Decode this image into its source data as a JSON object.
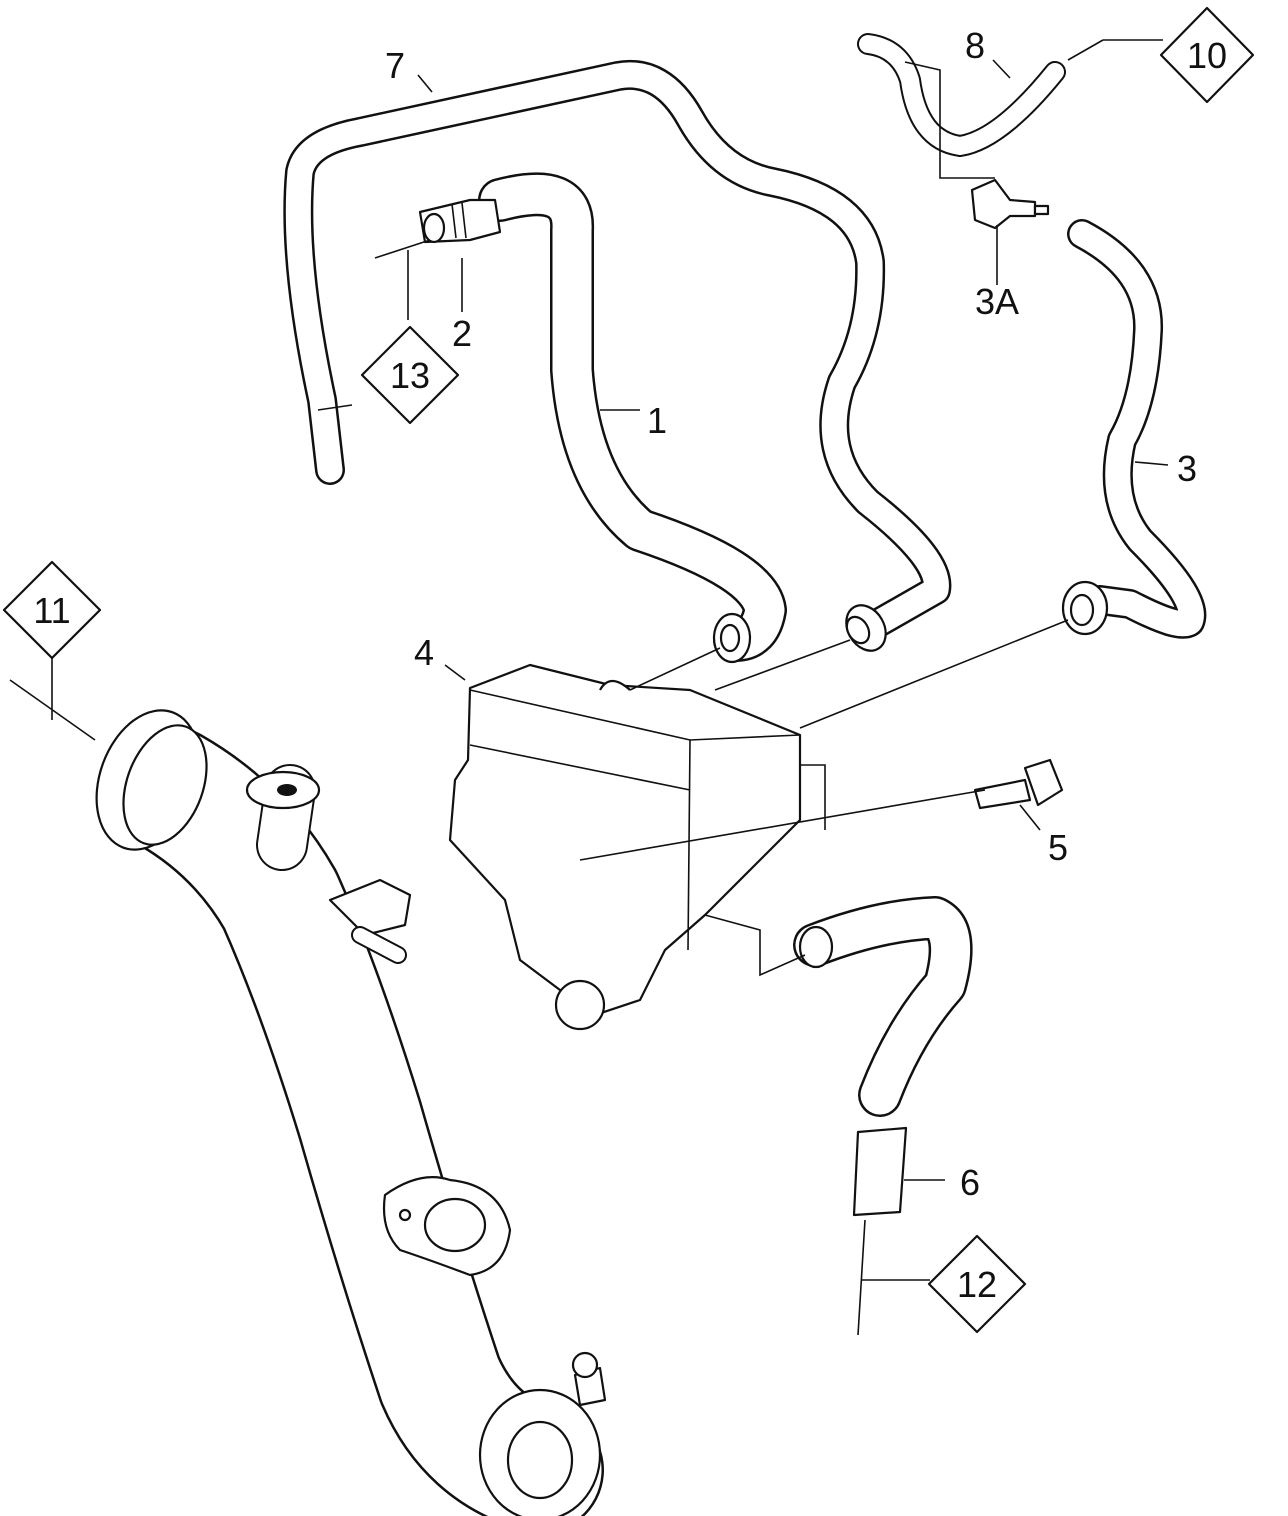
{
  "diagram": {
    "part_labels": {
      "p1": "1",
      "p2": "2",
      "p3": "3",
      "p3a": "3A",
      "p4": "4",
      "p5": "5",
      "p6": "6",
      "p7": "7",
      "p8": "8"
    },
    "callouts": {
      "c10": "10",
      "c11": "11",
      "c12": "12",
      "c13": "13"
    }
  }
}
